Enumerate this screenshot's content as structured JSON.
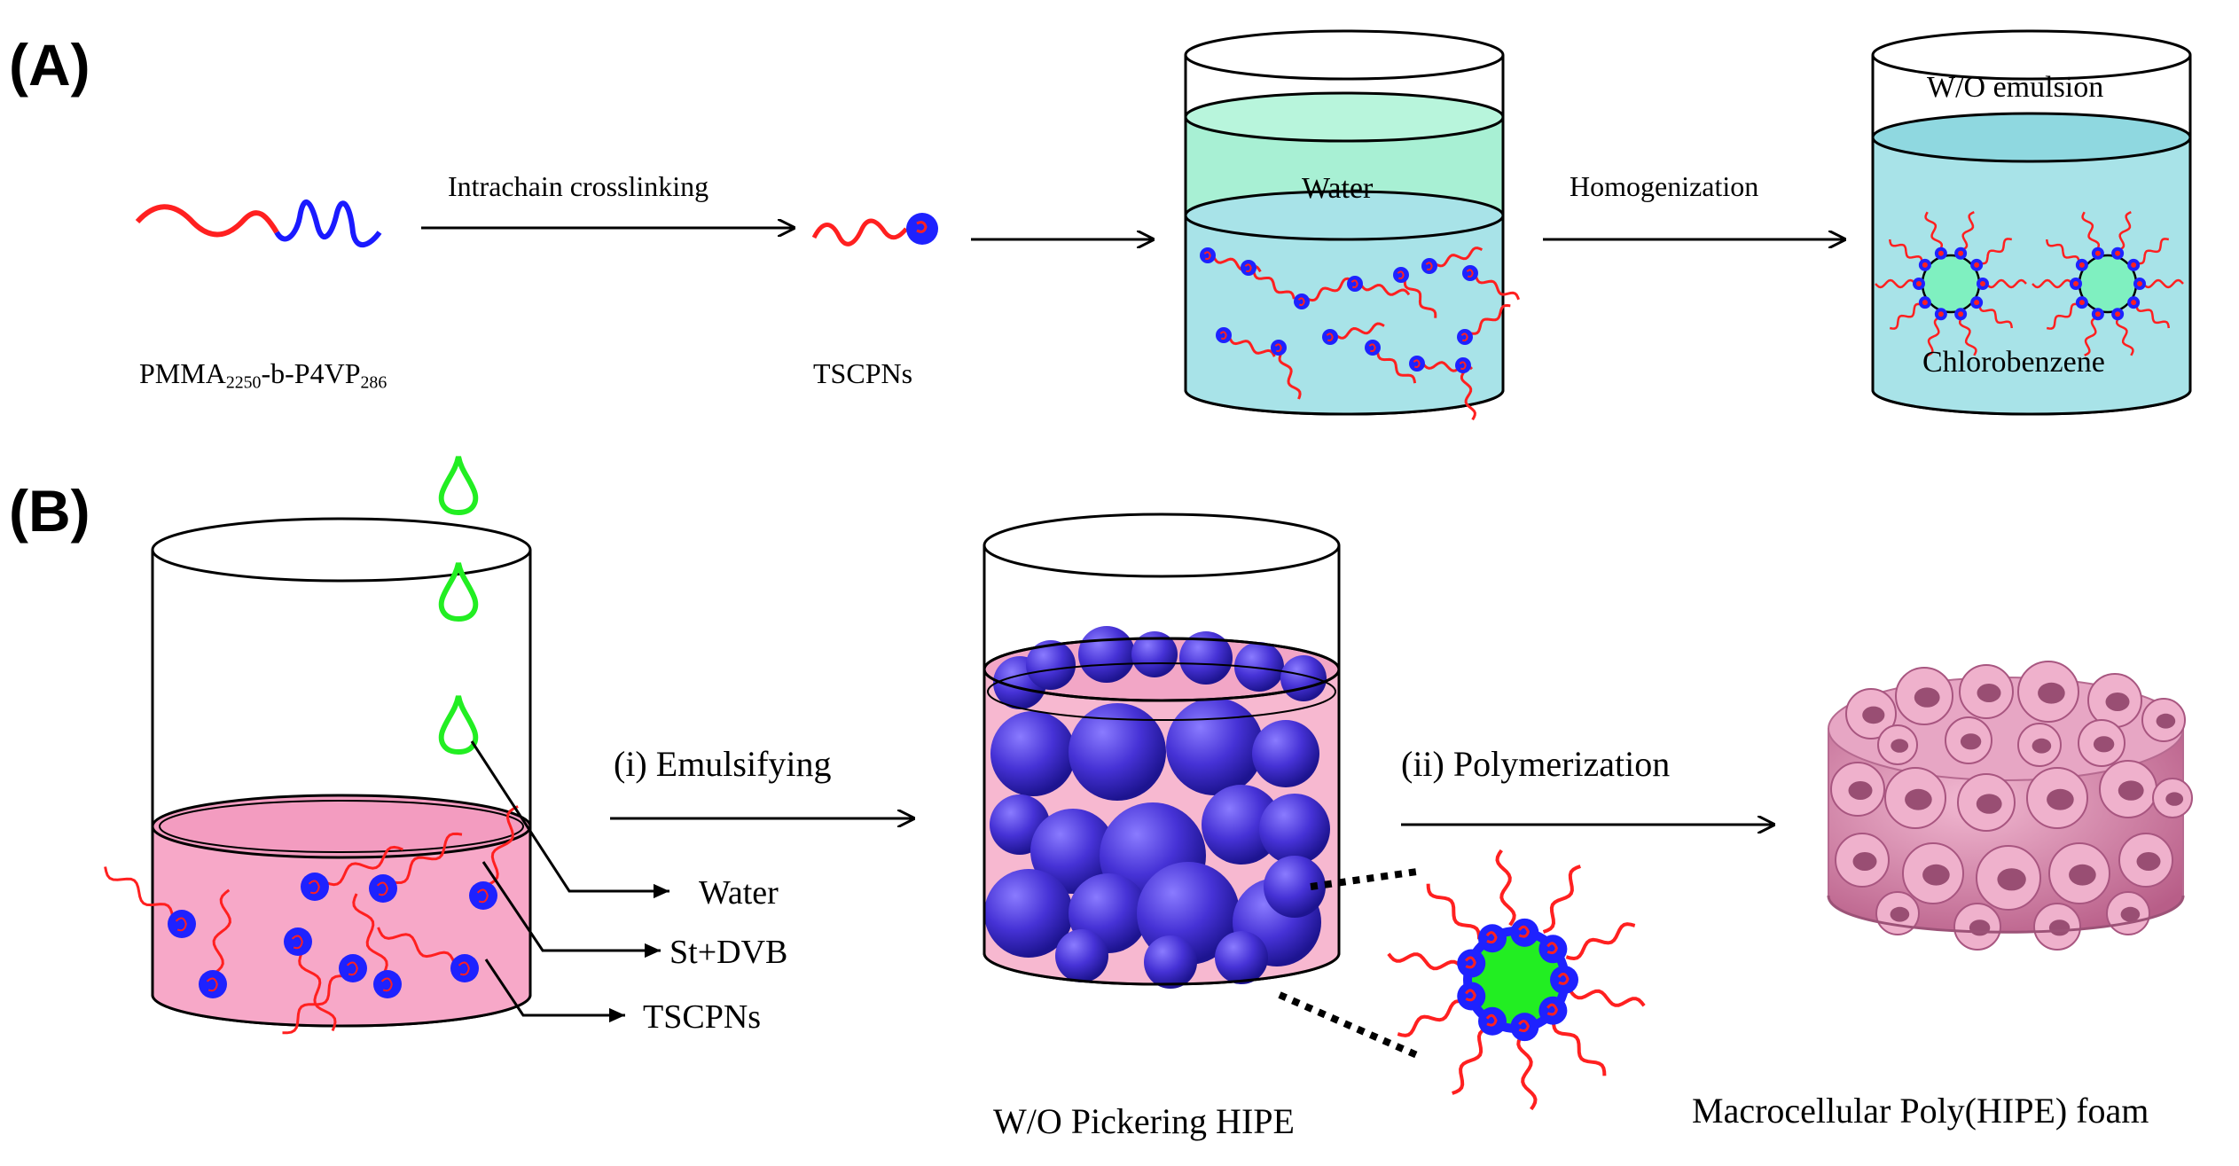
{
  "panel_a": {
    "tag": "(A)",
    "copolymer_label": {
      "main": "PMMA",
      "sub1": "2250",
      "mid": "-b-P4VP",
      "sub2": "286"
    },
    "arrow1_label": "Intrachain crosslinking",
    "particle_label": "TSCPNs",
    "beaker2_label": "Water",
    "arrow3_label": "Homogenization",
    "beaker3_top_label": "W/O emulsion",
    "beaker3_bottom_label": "Chlorobenzene"
  },
  "panel_b": {
    "tag": "(B)",
    "callout_water": "Water",
    "callout_monomer": "St+DVB",
    "callout_particles": "TSCPNs",
    "step1_label": "(i) Emulsifying",
    "hipe_label": "W/O Pickering HIPE",
    "step2_label": "(ii) Polymerization",
    "foam_label": "Macrocellular Poly(HIPE) foam"
  },
  "colors": {
    "pmma_chain": "#ff2020",
    "p4vp_block": "#1a1aff",
    "particle_core": "#1e22ff",
    "water_top": "#a8f0d4",
    "water_layer": "#8ee8c8",
    "lower_phase": "#a8e3e8",
    "droplet_core": "#7ff0c0",
    "pink_phase": "#f7a8c8",
    "purple_droplet": "#4b2fd8",
    "green_drop": "#22ee22",
    "foam": "#d87fa8"
  }
}
